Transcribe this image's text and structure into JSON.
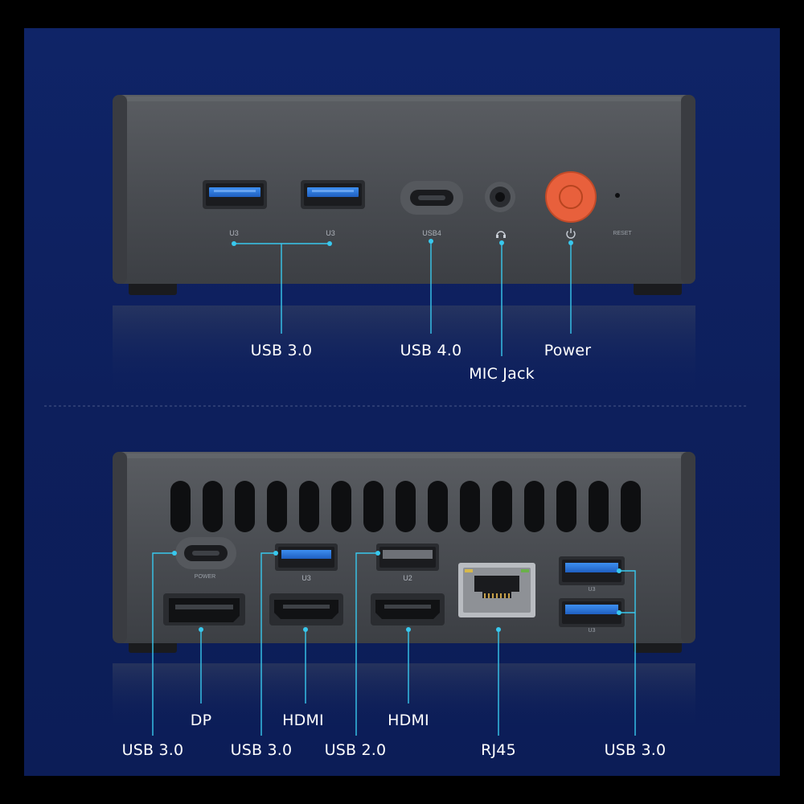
{
  "front_panel": {
    "port_labels": {
      "u3_left": "U3",
      "u3_right": "U3",
      "usb4": "USB4",
      "reset": "RESET"
    },
    "callouts": {
      "usb30": "USB 3.0",
      "usb40": "USB 4.0",
      "mic_jack": "MIC Jack",
      "power": "Power"
    }
  },
  "rear_panel": {
    "port_labels": {
      "power": "POWER",
      "u3": "U3",
      "u2": "U2",
      "u3_top_right": "U3",
      "u3_bottom_right": "U3"
    },
    "callouts": {
      "dp": "DP",
      "hdmi_1": "HDMI",
      "hdmi_2": "HDMI",
      "usb30_left": "USB 3.0",
      "usb30_mid": "USB 3.0",
      "usb20": "USB 2.0",
      "rj45": "RJ45",
      "usb30_right": "USB 3.0"
    }
  },
  "colors": {
    "background": "#0d1f5c",
    "callout_line": "#38c8ee",
    "power_button": "#e8603c",
    "usb3_blue": "#2f7fe0",
    "chassis": "#4a4d52"
  }
}
